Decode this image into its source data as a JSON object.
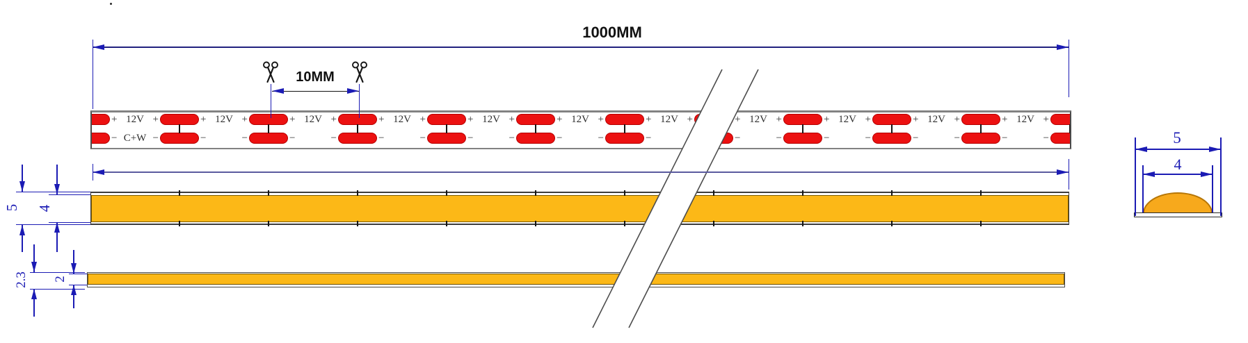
{
  "diagram": {
    "overall_length_label": "1000MM",
    "cut_interval_label": "10MM",
    "strip_top_view": {
      "pad_pairs": 12,
      "segments": 11,
      "positive_rail": {
        "plus": "+",
        "voltage": "12V"
      },
      "negative_rail": {
        "minus": "−",
        "channel": "C+W"
      }
    },
    "side_view": {
      "total_height_label": "5",
      "body_height_label": "4"
    },
    "thin_side_view": {
      "total_height_label": "2.3",
      "body_height_label": "2"
    },
    "cross_section": {
      "base_width_label": "5",
      "dome_width_label": "4"
    }
  },
  "colors": {
    "dim-blue": "#1b1bb4",
    "ink": "#111111",
    "label-gray": "#2e2e2e",
    "pad-red": "#ec1111",
    "pad-red-border": "#b50000",
    "strip-yellow": "#fcb817",
    "strip-yellow-border": "#7a5a00",
    "dome-orange": "#f7a91c",
    "dome-border": "#b67607"
  }
}
